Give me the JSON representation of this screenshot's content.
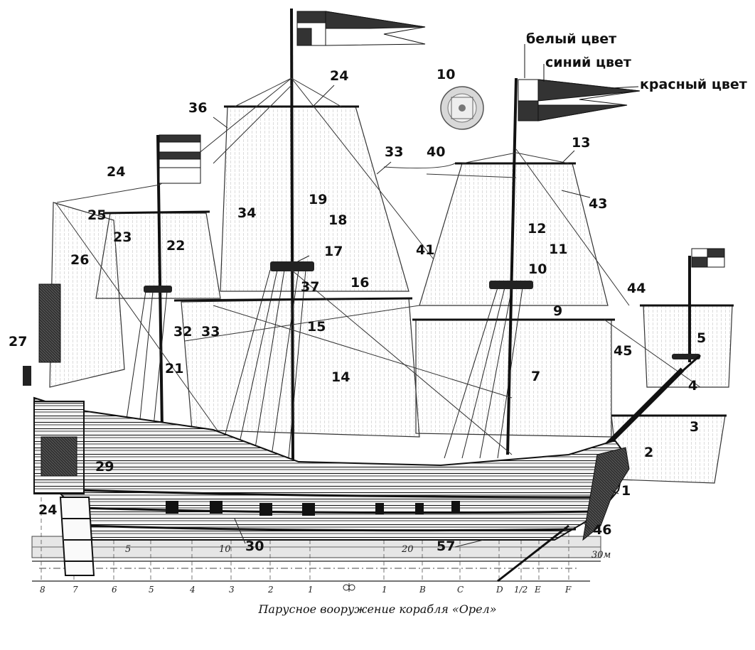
{
  "caption": "Парусное вооружение корабля «Орел»",
  "flag_colors": {
    "white": "белый цвет",
    "blue": "синий цвет",
    "red": "красный цвет"
  },
  "callouts": {
    "n1": "1",
    "n2": "2",
    "n3": "3",
    "n4": "4",
    "n5": "5",
    "n7": "7",
    "n9": "9",
    "n10a": "10",
    "n10b": "10",
    "n11": "11",
    "n12": "12",
    "n13": "13",
    "n14": "14",
    "n15": "15",
    "n16": "16",
    "n17": "17",
    "n18": "18",
    "n19": "19",
    "n21": "21",
    "n22": "22",
    "n23": "23",
    "n24a": "24",
    "n24b": "24",
    "n24c": "24",
    "n25": "25",
    "n26": "26",
    "n27": "27",
    "n29": "29",
    "n30": "30",
    "n32": "32",
    "n33a": "33",
    "n33b": "33",
    "n34": "34",
    "n36": "36",
    "n37": "37",
    "n40": "40",
    "n41": "41",
    "n43": "43",
    "n44": "44",
    "n45": "45",
    "n46": "46",
    "n57": "57"
  },
  "scale": {
    "labels": [
      "5",
      "10",
      "20",
      "30м"
    ]
  },
  "frame_ticks": [
    "8",
    "7",
    "6",
    "5",
    "4",
    "3",
    "2",
    "1",
    "1",
    "B",
    "C",
    "D",
    "1/2",
    "E",
    "F"
  ]
}
